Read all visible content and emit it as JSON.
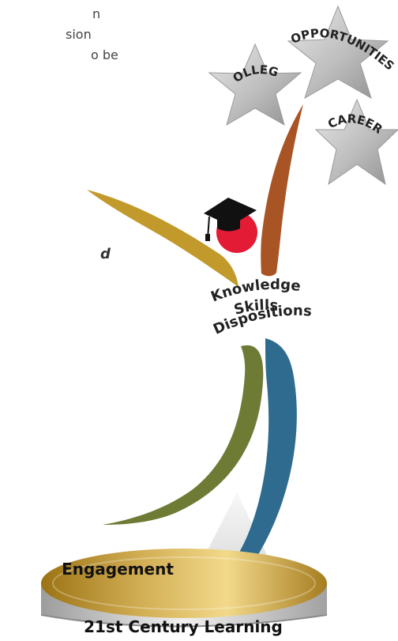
{
  "cropped_text": {
    "line1": "n",
    "line2": "sion",
    "line3": "o be",
    "line4": "d"
  },
  "stars": {
    "college": "COLLEGE",
    "opportunities": "OPPORTUNITIES",
    "career": "CAREER"
  },
  "figure_labels": {
    "knowledge": "Knowledge",
    "skills": "Skills",
    "dispositions": "Dispositions"
  },
  "platform": {
    "top_label": "Engagement",
    "base_label": "21st Century Learning"
  },
  "colors": {
    "star": "#b9b9b9",
    "gold": "#c29a2c",
    "rust": "#a95424",
    "olive": "#6e7b35",
    "blue": "#2f6b8f",
    "head": "#e31b35",
    "cap": "#111111",
    "platform_gold": "#c7a03f",
    "platform_silver": "#c9c9c9"
  },
  "icons": {
    "graduation_cap": "graduation-cap-icon"
  }
}
